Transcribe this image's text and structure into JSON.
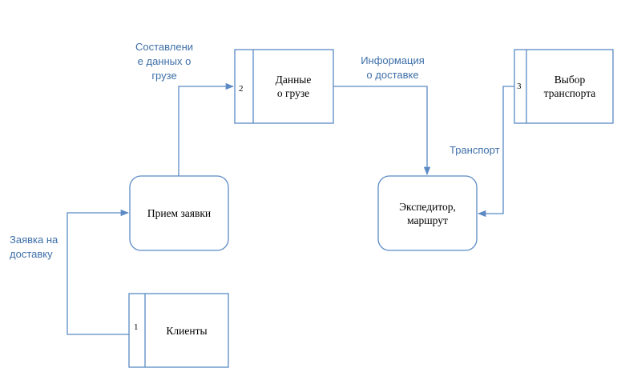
{
  "colors": {
    "stroke": "#5b8ac4",
    "label": "#3d6fa8",
    "text": "#000000"
  },
  "stores": [
    {
      "num": "2",
      "label": "Данные\nо грузе"
    },
    {
      "num": "3",
      "label": "Выбор\nтранспорта"
    },
    {
      "num": "1",
      "label": "Клиенты"
    }
  ],
  "processes": [
    {
      "label": "Прием заявки"
    },
    {
      "label": "Экспедитор,\nмаршрут"
    }
  ],
  "flows": [
    {
      "label": "Составлени\nе данных о\nгрузе"
    },
    {
      "label": "Информация\nо доставке"
    },
    {
      "label": "Транспорт"
    },
    {
      "label": "Заявка на\nдоставку"
    }
  ]
}
